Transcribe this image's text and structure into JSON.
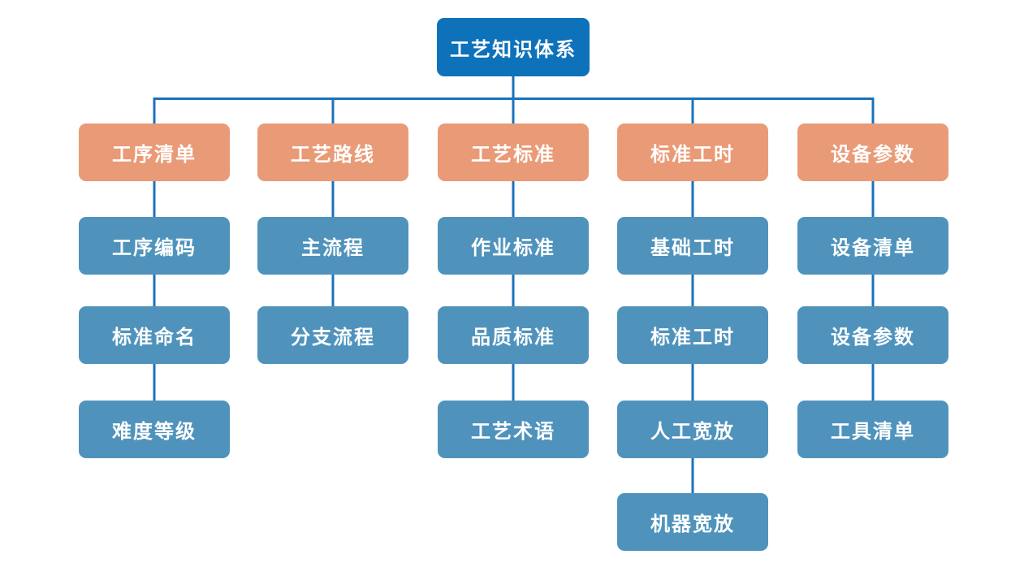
{
  "diagram": {
    "title": "工艺知识体系",
    "root": {
      "label": "工艺知识体系"
    },
    "branches": [
      {
        "parent": "工序清单",
        "children": [
          "工序编码",
          "标准命名",
          "难度等级"
        ]
      },
      {
        "parent": "工艺路线",
        "children": [
          "主流程",
          "分支流程"
        ]
      },
      {
        "parent": "工艺标准",
        "children": [
          "作业标准",
          "品质标准",
          "工艺术语"
        ]
      },
      {
        "parent": "标准工时",
        "children": [
          "基础工时",
          "标准工时",
          "人工宽放",
          "机器宽放"
        ]
      },
      {
        "parent": "设备参数",
        "children": [
          "设备清单",
          "设备参数",
          "工具清单"
        ]
      }
    ],
    "colors": {
      "root-fill": "#0e72ba",
      "branch-fill": "#e99b77",
      "child-fill": "#4f93bc",
      "connector": "#1c72bb",
      "text": "#ffffff",
      "background": "#ffffff"
    }
  }
}
